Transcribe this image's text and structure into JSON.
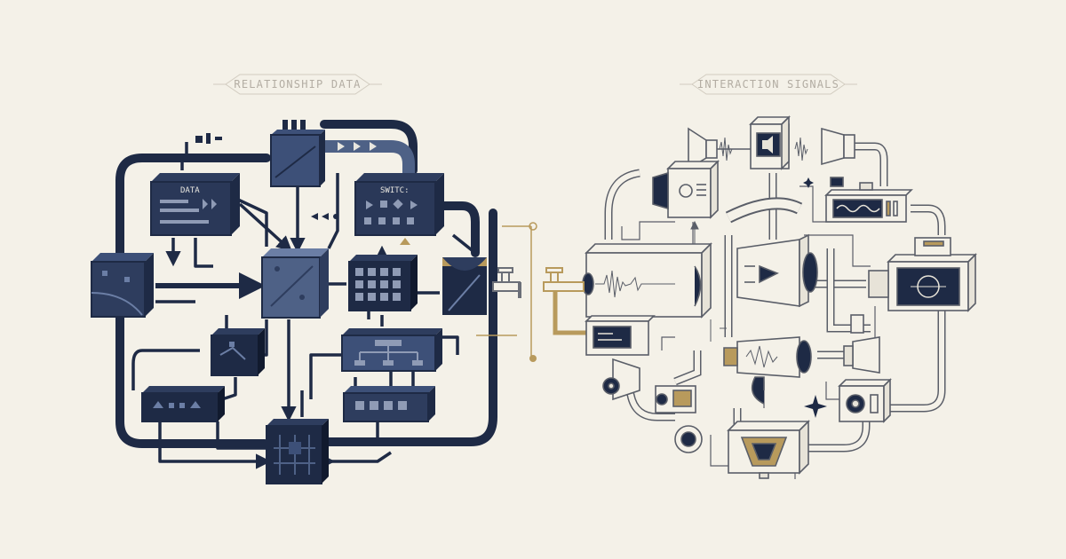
{
  "labels": {
    "left": "RELATIONSHIP DATA",
    "right": "INTERACTION SIGNALS"
  },
  "left_boxes": {
    "data_box": "DATA",
    "switch_box": "SWITC:"
  },
  "colors": {
    "background": "#f4f1e8",
    "navy": "#1e2a45",
    "navy_mid": "#3d5078",
    "slate": "#4e6186",
    "outline": "#6b6f78",
    "gold": "#b89a5c",
    "label_text": "#b3ada3"
  }
}
